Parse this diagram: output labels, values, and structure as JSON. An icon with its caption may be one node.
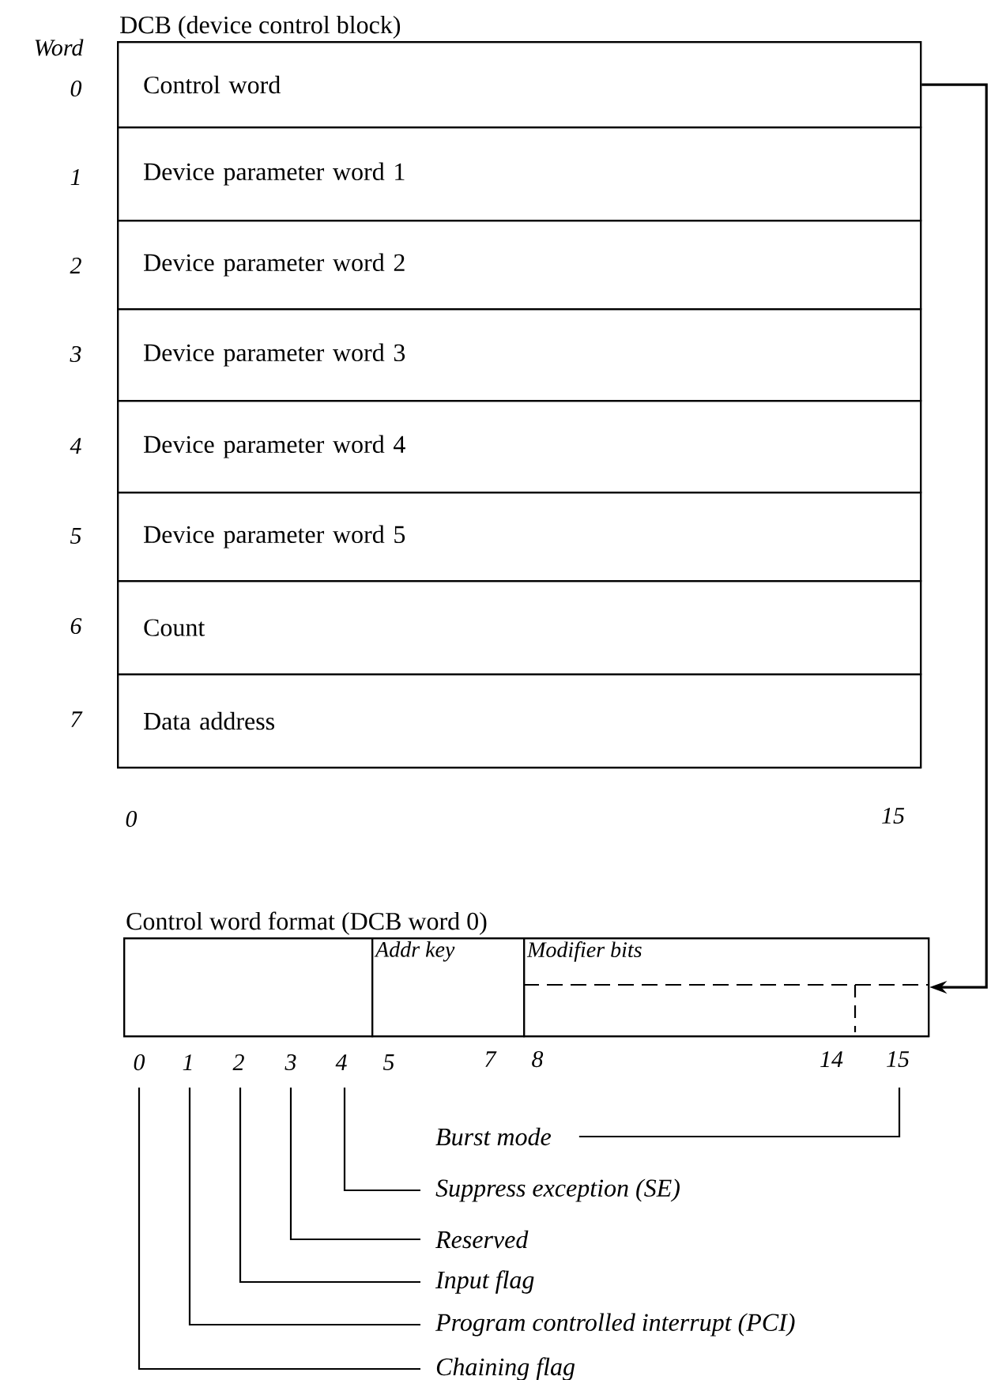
{
  "diagram": {
    "nodes": [
      {
        "text": [
          "DCB (device control block)"
        ]
      },
      {
        "text": [
          "Control word"
        ],
        "in": 0
      },
      {
        "text": [
          "Device parameter word 1"
        ],
        "in": 0
      },
      {
        "text": [
          "Device parameter word 2"
        ],
        "in": 0
      },
      {
        "text": [
          "Device parameter word 3"
        ],
        "in": 0
      },
      {
        "text": [
          "Device parameter word 4"
        ],
        "in": 0
      },
      {
        "text": [
          "Device parameter word 5"
        ],
        "in": 0
      },
      {
        "text": [
          "Count"
        ],
        "in": 0
      },
      {
        "text": [
          "Data address"
        ],
        "in": 0
      },
      {
        "text": [
          "Control word format (DCB word 0)"
        ]
      },
      {
        "text": [],
        "shape": "box",
        "in": 9
      },
      {
        "text": [
          "Addr key"
        ],
        "in": 9
      },
      {
        "text": [
          "Modifier bits"
        ],
        "in": 9
      },
      {
        "text": [
          "Burst mode"
        ]
      },
      {
        "text": [
          "Suppress exception (SE)"
        ]
      },
      {
        "text": [
          "Reserved"
        ]
      },
      {
        "text": [
          "Input flag"
        ]
      },
      {
        "text": [
          "Program controlled interrupt (PCI)"
        ]
      },
      {
        "text": [
          "Chaining flag"
        ]
      }
    ],
    "edges": [
      {
        "from": 1,
        "to": 12,
        "arrow": "to"
      },
      {
        "from": 13,
        "to": null,
        "arrow": "none"
      },
      {
        "from": 14,
        "to": null,
        "arrow": "none"
      },
      {
        "from": 15,
        "to": null,
        "arrow": "none"
      },
      {
        "from": 16,
        "to": null,
        "arrow": "none"
      },
      {
        "from": 17,
        "to": null,
        "arrow": "none"
      },
      {
        "from": 18,
        "to": null,
        "arrow": "none"
      }
    ],
    "labels": [
      "Word",
      "0",
      "1",
      "2",
      "3",
      "4",
      "5",
      "6",
      "7",
      "0",
      "15",
      "0",
      "1",
      "2",
      "3",
      "4",
      "5",
      "7",
      "8",
      "14",
      "15"
    ]
  }
}
